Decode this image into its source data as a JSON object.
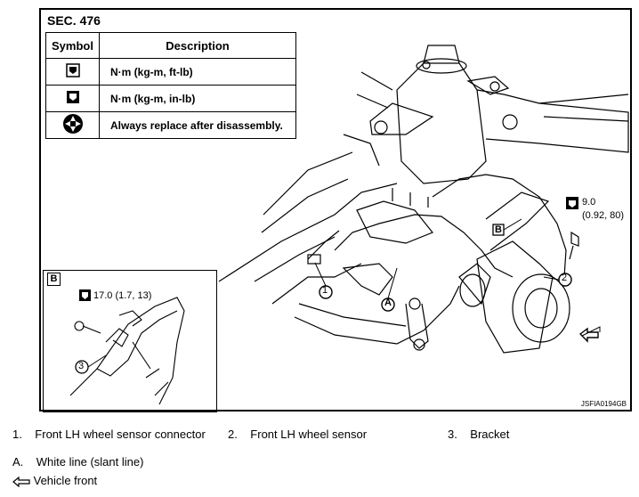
{
  "section": "SEC. 476",
  "symbol_table": {
    "headers": {
      "symbol": "Symbol",
      "description": "Description"
    },
    "rows": [
      {
        "icon": "torque-wrench-icon",
        "description": "N·m (kg-m, ft-lb)"
      },
      {
        "icon": "torque-wrench-small-icon",
        "description": "N·m (kg-m, in-lb)"
      },
      {
        "icon": "always-replace-icon",
        "description": "Always replace after disassembly."
      }
    ]
  },
  "callouts": {
    "c1": "1",
    "c2": "2",
    "c3": "3",
    "a": "A",
    "b": "B"
  },
  "torques": {
    "main": {
      "value": "9.0",
      "detail": "(0.92, 80)"
    },
    "inset": {
      "value": "17.0 (1.7, 13)"
    }
  },
  "inset_tag": "B",
  "figure_id": "JSFIA0194GB",
  "legend": {
    "items": [
      {
        "number": "1.",
        "text": "Front LH wheel sensor connector"
      },
      {
        "number": "2.",
        "text": "Front LH wheel sensor"
      },
      {
        "number": "3.",
        "text": "Bracket"
      }
    ],
    "a": {
      "letter": "A.",
      "text": "White line (slant line)"
    },
    "front": {
      "text": "Vehicle front"
    }
  }
}
